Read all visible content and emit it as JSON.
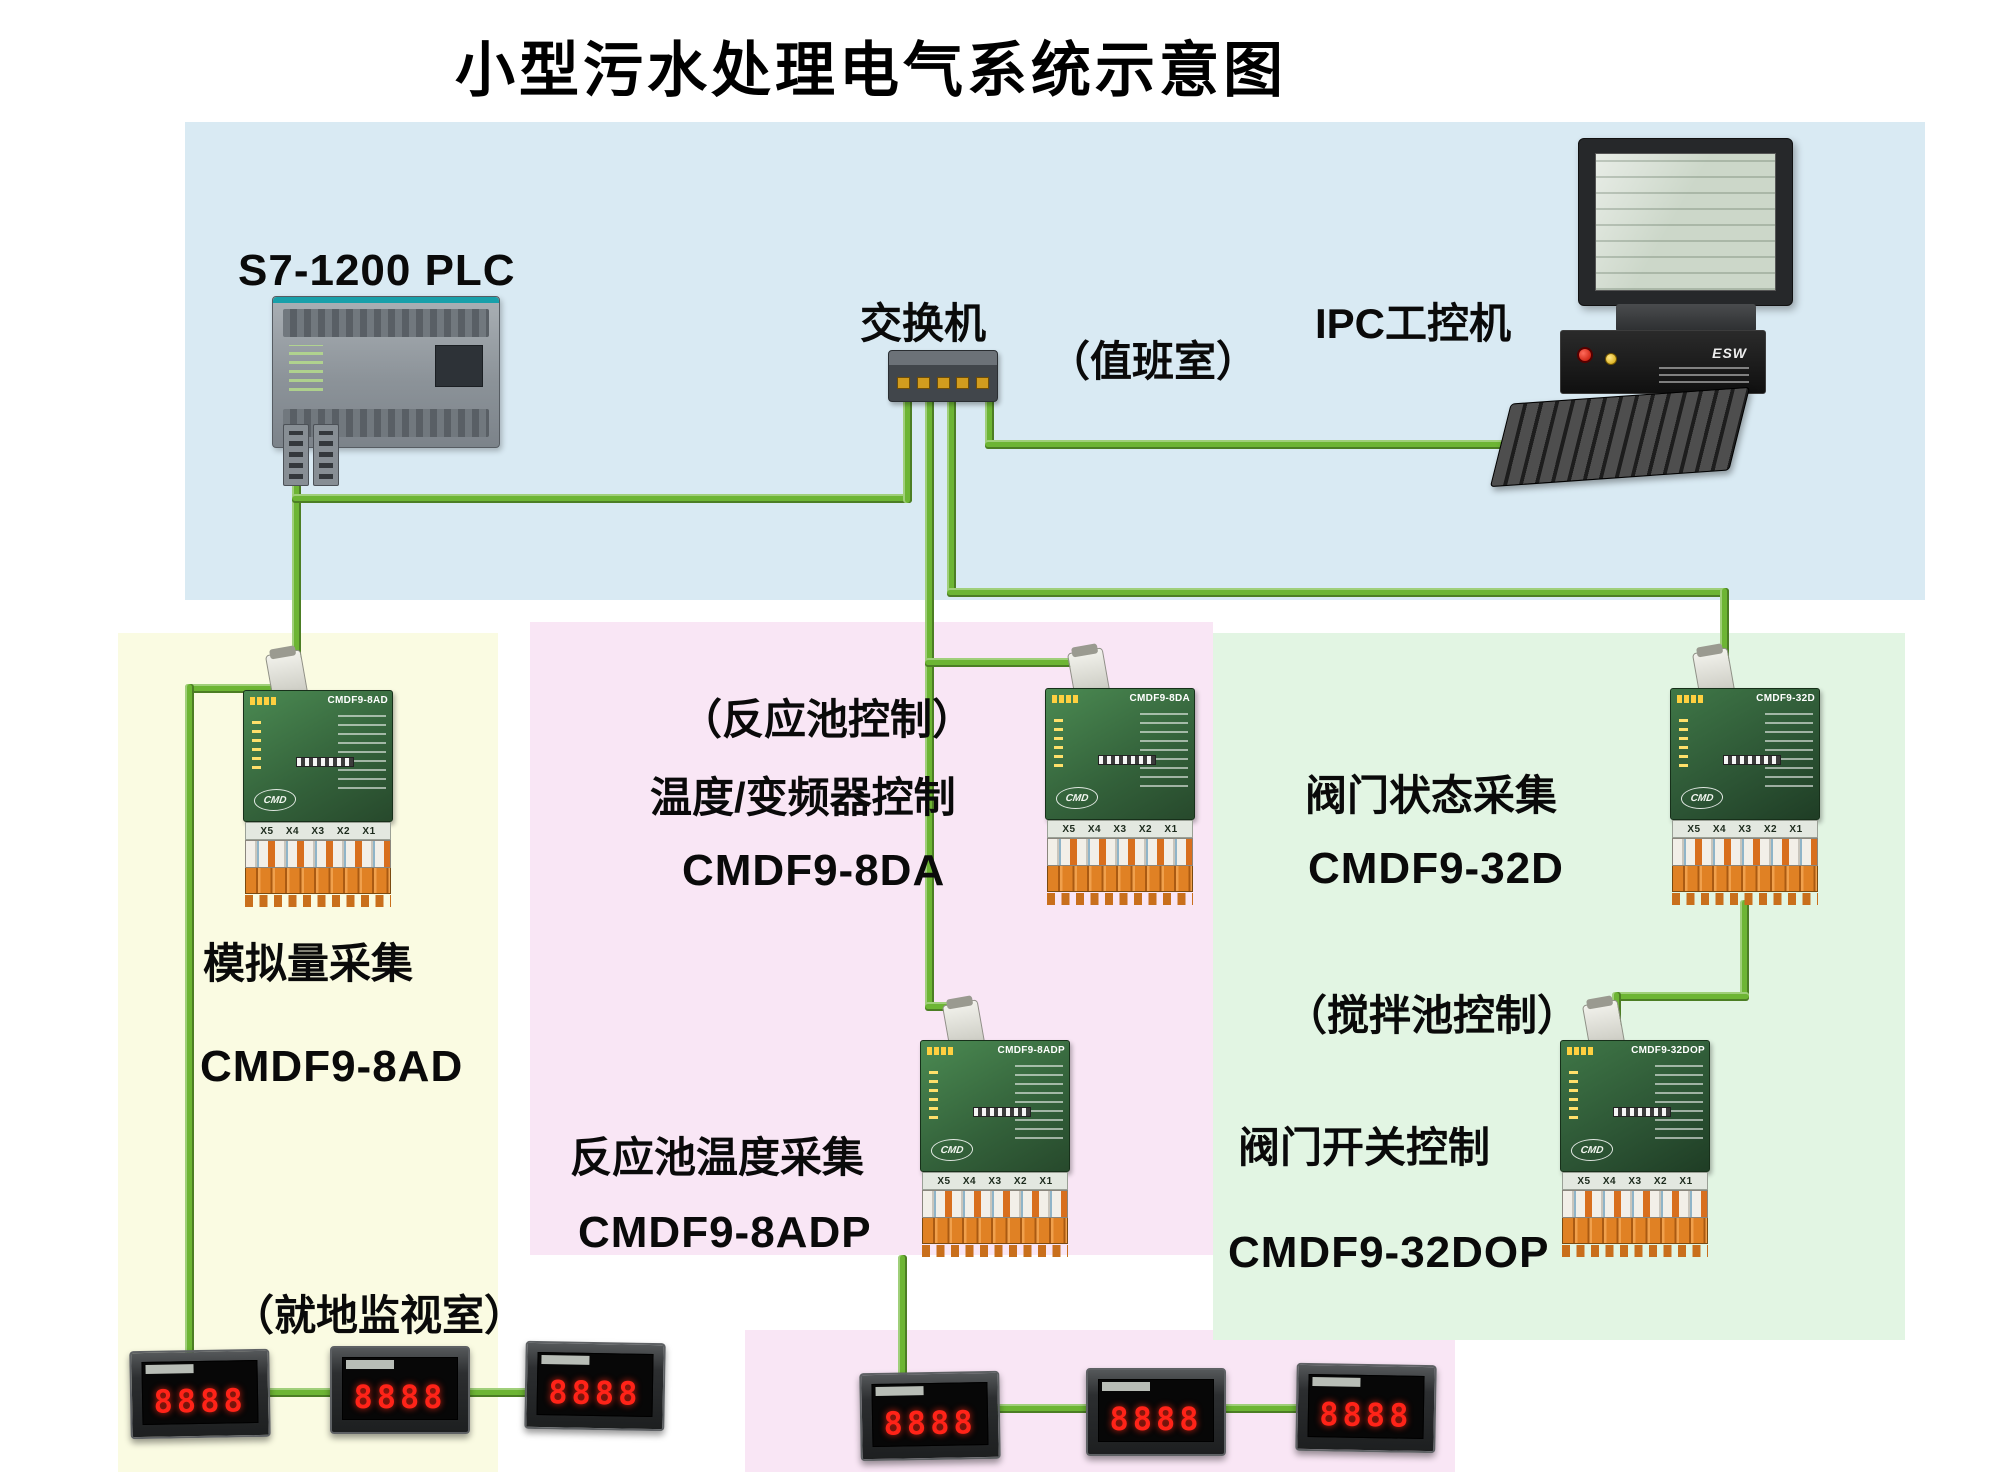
{
  "title": "小型污水处理电气系统示意图",
  "colors": {
    "top_bg": "#d9eaf3",
    "left_bg": "#fafbe2",
    "middle_bg": "#f9e6f5",
    "right_bg": "#e2f5e3",
    "cable": "#6db534",
    "meter_digit": "#ff2318"
  },
  "top_area": {
    "plc_label": "S7-1200  PLC",
    "switch_label": "交换机",
    "room_label": "（值班室）",
    "ipc_label": "IPC工控机",
    "ipc_box_label": "ESW"
  },
  "left_area": {
    "function_label": "模拟量采集",
    "model_label": "CMDF9-8AD",
    "room_label": "（就地监视室）"
  },
  "middle_area": {
    "control_label": "（反应池控制）",
    "top_function_label": "温度/变频器控制",
    "top_model_label": "CMDF9-8DA",
    "bottom_function_label": "反应池温度采集",
    "bottom_model_label": "CMDF9-8ADP"
  },
  "right_area": {
    "top_function_label": "阀门状态采集",
    "top_model_label": "CMDF9-32D",
    "control_label": "（搅拌池控制）",
    "bottom_function_label": "阀门开关控制",
    "bottom_model_label": "CMDF9-32DOP"
  },
  "modules": {
    "logo": "CMD",
    "terminal_labels": "X5 X4 X3 X2 X1",
    "ad8": {
      "model": "CMDF9-8AD"
    },
    "da8": {
      "model": "CMDF9-8DA"
    },
    "adp8": {
      "model": "CMDF9-8ADP"
    },
    "d32": {
      "model": "CMDF9-32D"
    },
    "dop32": {
      "model": "CMDF9-32DOP"
    }
  },
  "meter": {
    "reading": "8888"
  }
}
